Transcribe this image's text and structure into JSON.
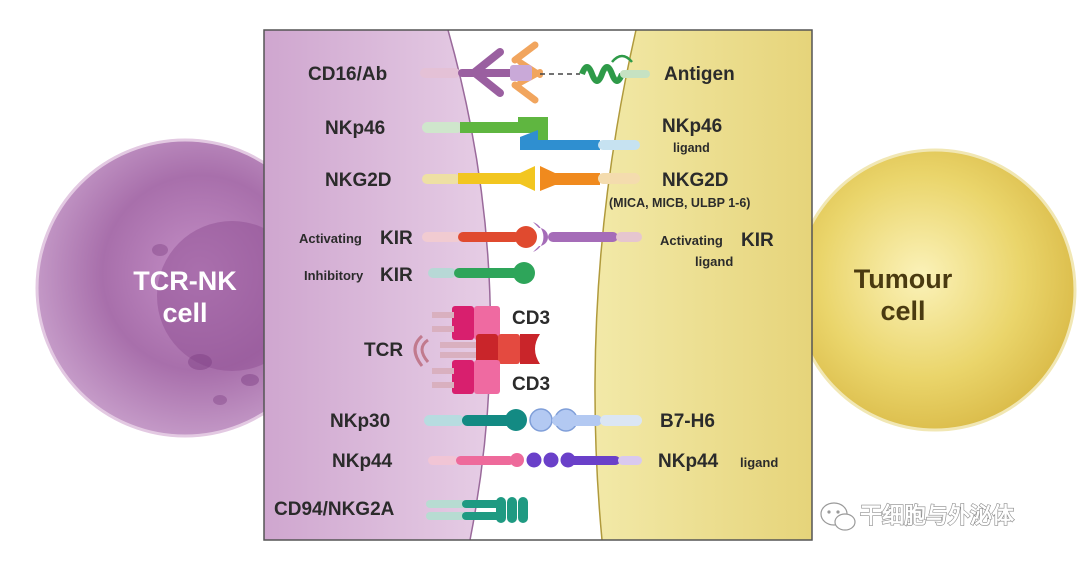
{
  "cells": {
    "nk_cell": [
      "TCR-NK",
      "cell"
    ],
    "tumour_cell": [
      "Tumour",
      "cell"
    ]
  },
  "receptors": {
    "cd16": "CD16/Ab",
    "nkp46": "NKp46",
    "nkg2d": "NKG2D",
    "act_kir_prefix": "Activating",
    "act_kir_main": "KIR",
    "inh_kir_prefix": "Inhibitory",
    "inh_kir_main": "KIR",
    "cd3_top": "CD3",
    "tcr": "TCR",
    "cd3_bottom": "CD3",
    "nkp30": "NKp30",
    "nkp44": "NKp44",
    "cd94": "CD94/NKG2A"
  },
  "ligands": {
    "antigen": "Antigen",
    "nkp46_main": "NKp46",
    "nkp46_sub": "ligand",
    "nkg2d_main": "NKG2D",
    "nkg2d_sub": "(MICA, MICB, ULBP 1-6)",
    "act_kir_prefix": "Activating",
    "act_kir_main": "KIR",
    "act_kir_sub": "ligand",
    "b7h6": "B7-H6",
    "nkp44_main": "NKp44",
    "nkp44_sub": "ligand"
  },
  "watermark": "干细胞与外泌体",
  "colors": {
    "nk_membrane": "#d9b5d8",
    "tumour_membrane": "#ece08a",
    "nk_cell": "#a46aa6",
    "tumour_cell": "#e6cf59"
  }
}
